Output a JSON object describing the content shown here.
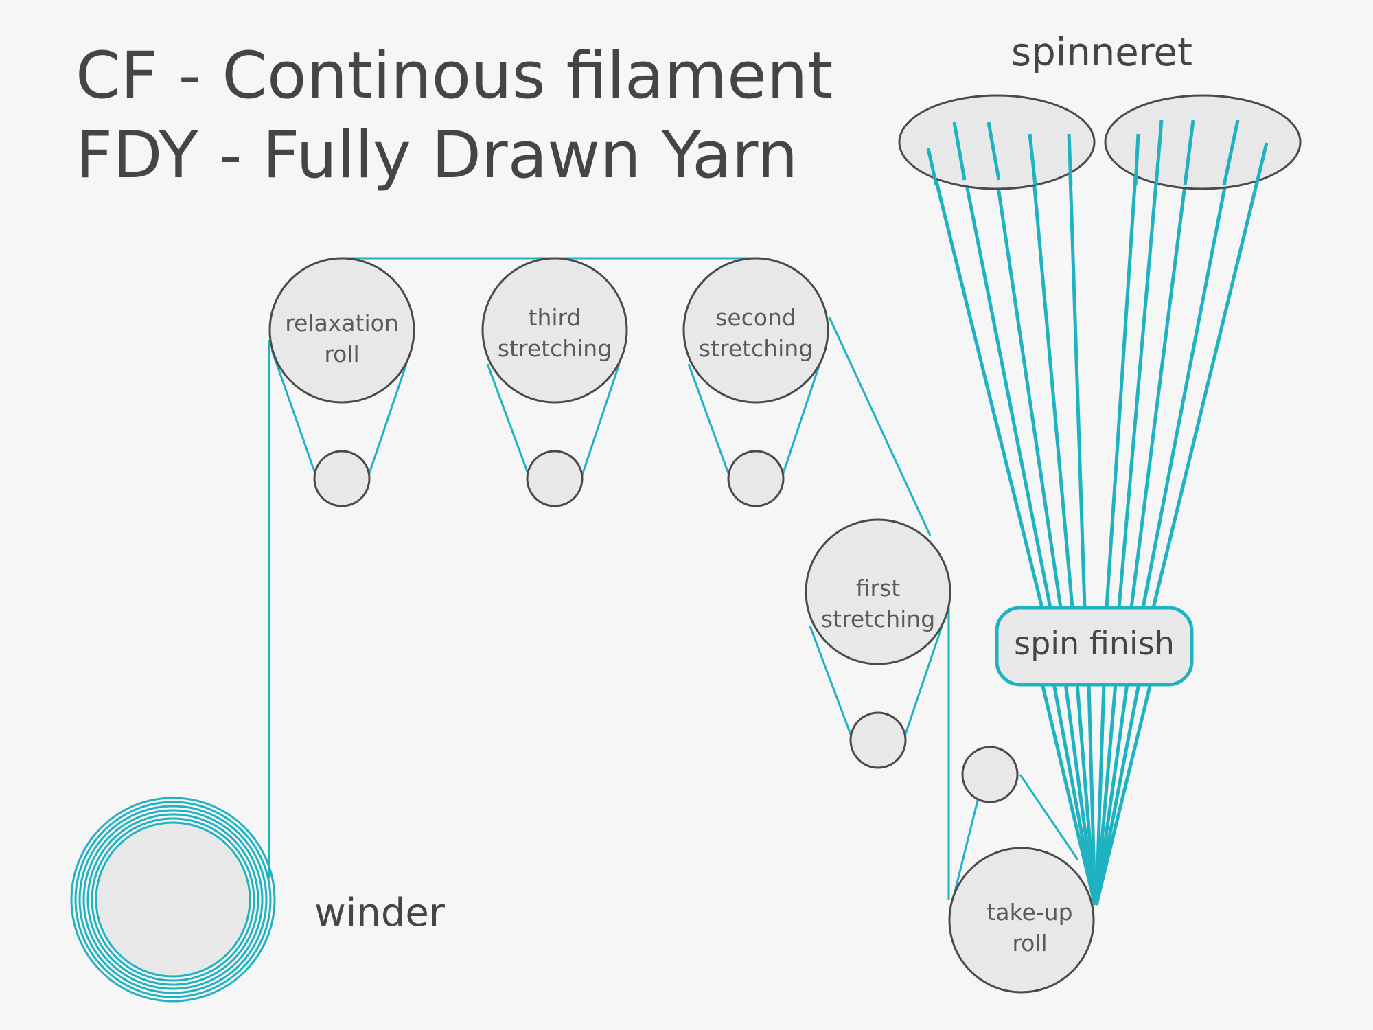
{
  "title": {
    "line1": "CF - Continous filament",
    "line2": "FDY - Fully Drawn Yarn"
  },
  "labels": {
    "spinneret": "spinneret",
    "spin_finish": "spin finish",
    "winder": "winder",
    "relaxation_roll": [
      "relaxation",
      "roll"
    ],
    "third_stretching": [
      "third",
      "stretching"
    ],
    "second_stretching": [
      "second",
      "stretching"
    ],
    "first_stretching": [
      "first",
      "stretching"
    ],
    "take_up_roll": [
      "take-up",
      "roll"
    ]
  },
  "colors": {
    "fiber": "#1fb2c1",
    "roll_fill": "#e8e8e8",
    "outline": "#4a4a4a",
    "text": "#454545",
    "background": "#f6f6f6"
  }
}
